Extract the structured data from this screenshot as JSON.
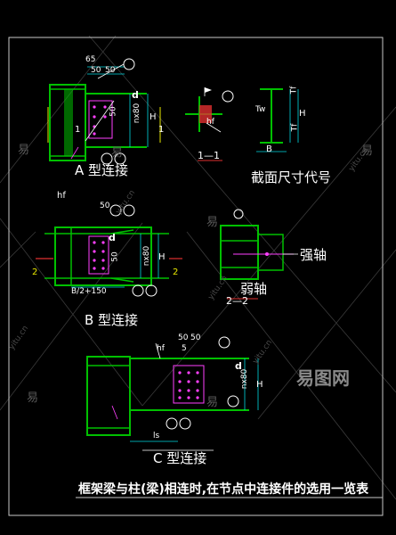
{
  "captions": {
    "type_a": "A 型连接",
    "type_b": "B 型连接",
    "type_c": "C 型连接",
    "section_11": "1—1",
    "section_22": "2—2",
    "section_dims": "截面尺寸代号",
    "strong_axis": "强轴",
    "weak_axis": "弱轴",
    "table_title": "框架梁与柱(梁)相连时,在节点中连接件的选用一览表"
  },
  "dims": {
    "a_65": "65",
    "a_50a": "50",
    "a_50b": "50",
    "a_50c": "50",
    "a_nx80": "nx80",
    "a_d": "d",
    "a_h": "H",
    "a_1a": "1",
    "a_1b": "1",
    "s11_h": "hf",
    "sec_tw": "Tw",
    "sec_tf": "Tf",
    "sec_h": "H",
    "sec_b": "B",
    "b_hf": "hf",
    "b_50": "50",
    "b_d": "d",
    "b_50b": "50",
    "b_nx80": "nx80",
    "b_h": "H",
    "b_2a": "2",
    "b_2b": "2",
    "b_bexpr": "B/2+150",
    "c_50a": "50",
    "c_50b": "50",
    "c_hf": "hf",
    "c_s": "5",
    "c_d": "d",
    "c_nx80": "nx80",
    "c_h": "H",
    "c_ls": "ls"
  },
  "watermarks": {
    "yi": "易",
    "yitu": "yitu.cn",
    "logo": "易图网"
  },
  "colors": {
    "background": "#000000",
    "frame": "#c8c8c8",
    "green": "#00c000",
    "cyan": "#00d8e0",
    "magenta": "#ff40ff",
    "white": "#ffffff",
    "red": "#e03030",
    "yellow": "#e8e800"
  }
}
